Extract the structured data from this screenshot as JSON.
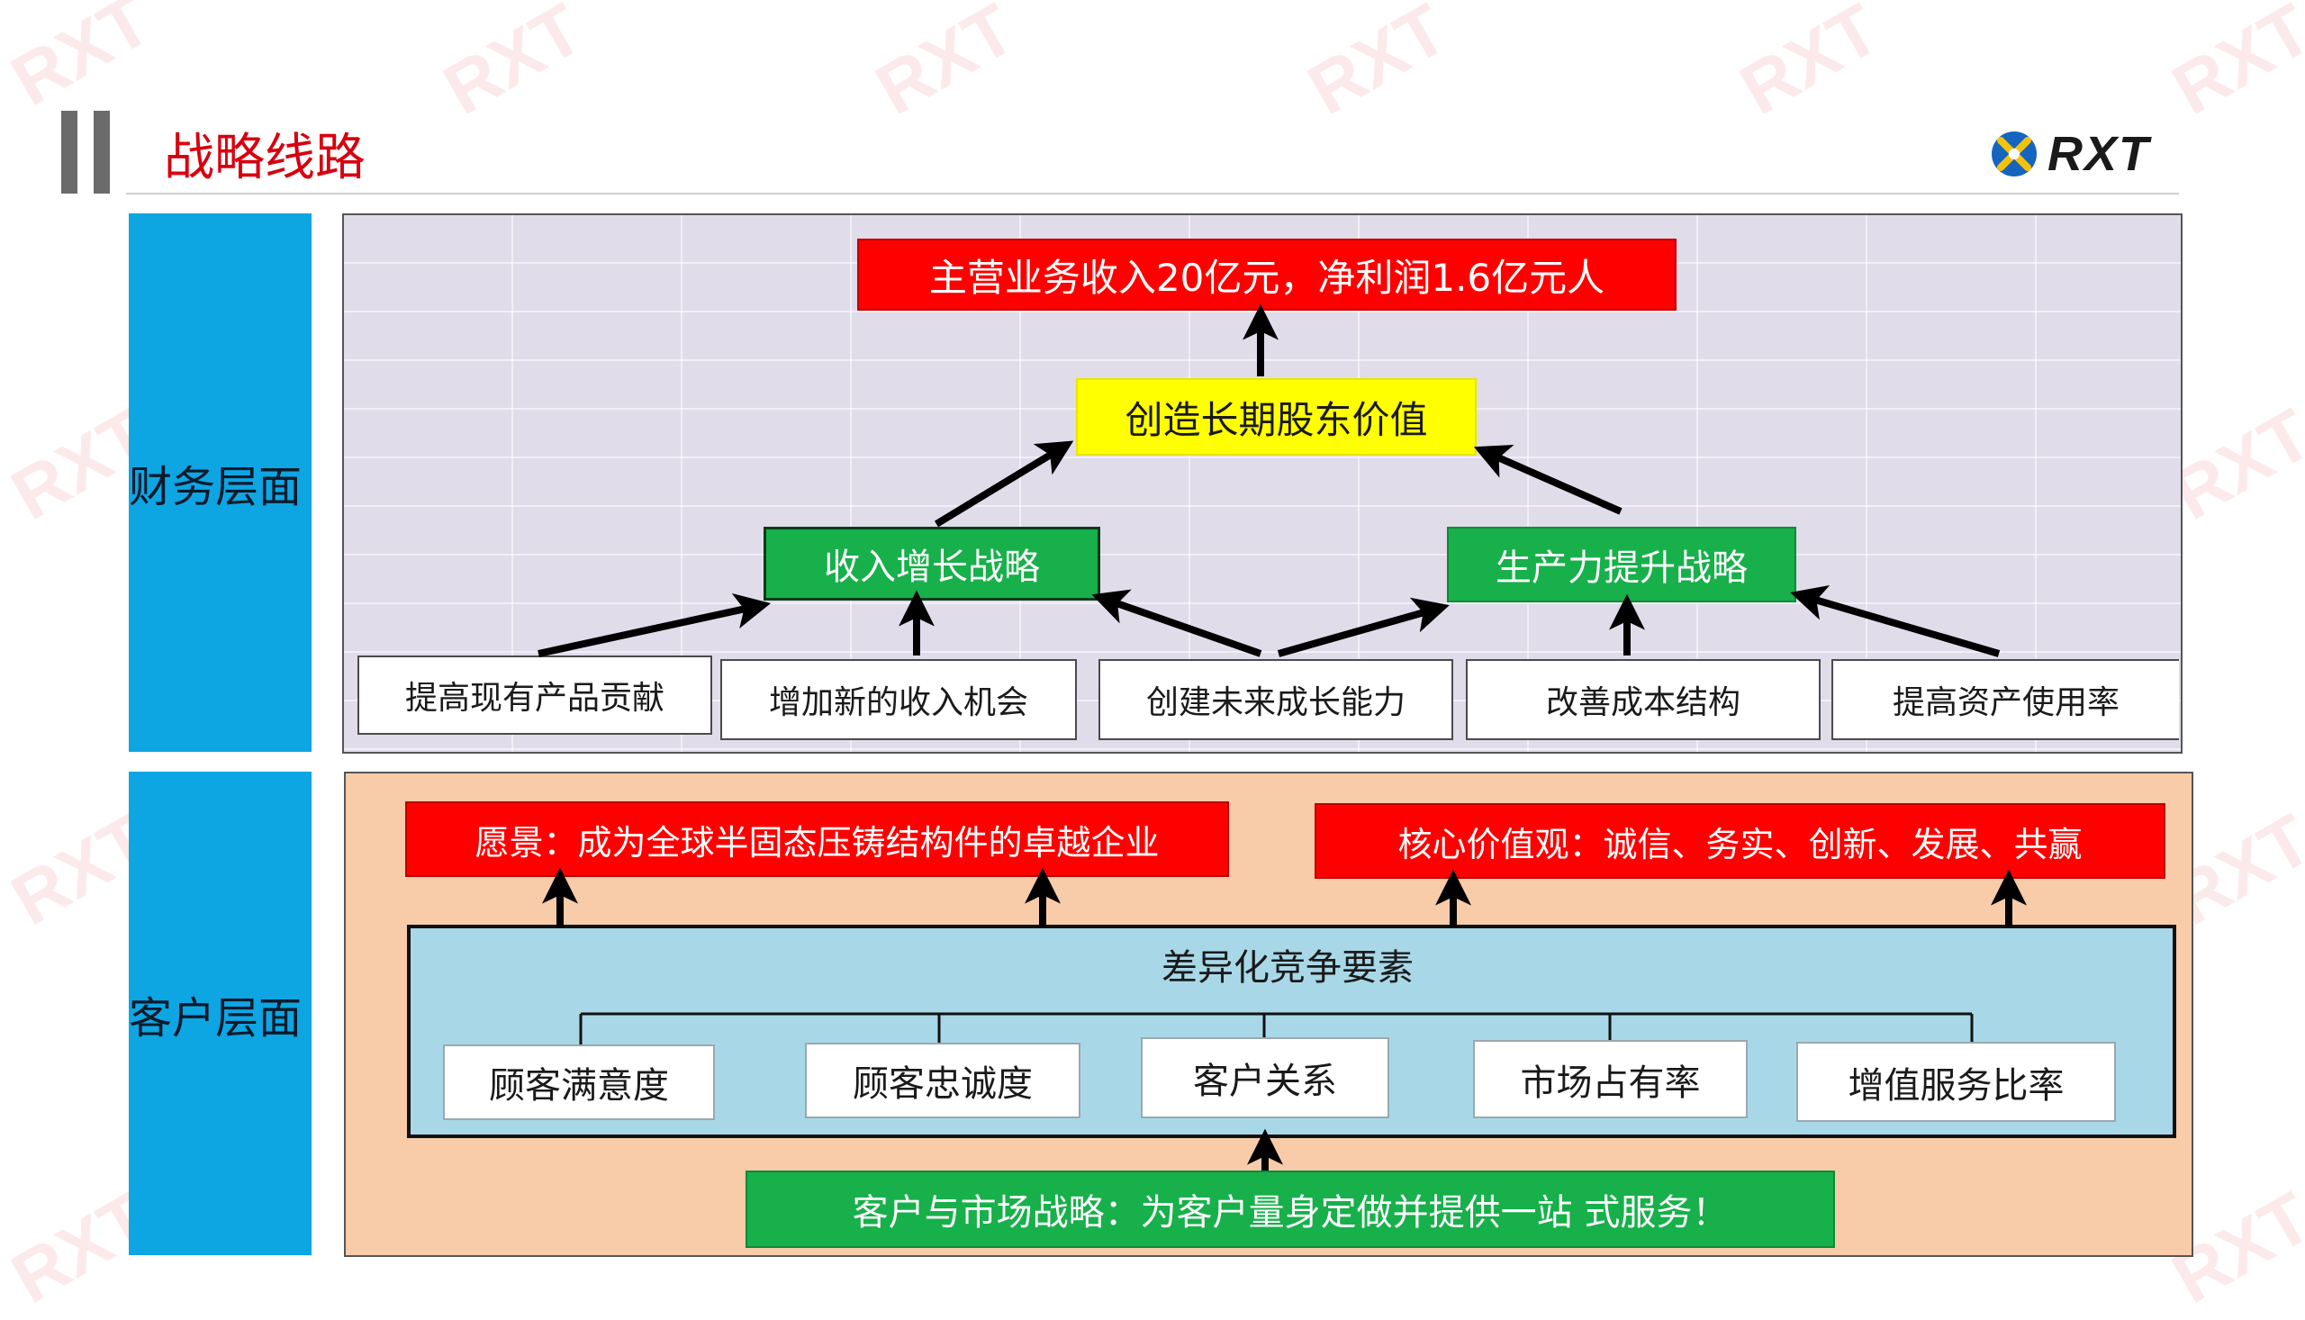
{
  "header": {
    "title": "战略线路",
    "logo_text": "RXT",
    "watermark": "RXT"
  },
  "financial": {
    "label": "财务层面",
    "top_goal": "主营业务收入20亿元，净利润1.6亿元人",
    "value": "创造长期股东价值",
    "strategy_revenue": "收入增长战略",
    "strategy_productivity": "生产力提升战略",
    "items": [
      "提高现有产品贡献",
      "增加新的收入机会",
      "创建未来成长能力",
      "改善成本结构",
      "提高资产使用率"
    ]
  },
  "customer": {
    "label": "客户层面",
    "vision": "愿景：成为全球半固态压铸结构件的卓越企业",
    "values": "核心价值观：诚信、务实、创新、发展、共赢",
    "diff_title": "差异化竞争要素",
    "factors": [
      "顾客满意度",
      "顾客忠诚度",
      "客户关系",
      "市场占有率",
      "增值服务比率"
    ],
    "strategy": "客户与市场战略：为客户量身定做并提供一站 式服务！"
  },
  "colors": {
    "accent_red": "#ff0000",
    "title_red": "#d7000f",
    "side_blue": "#0ea5e3",
    "green": "#17b04a",
    "yellow": "#ffff00",
    "fin_bg": "#e1dcea",
    "cust_bg": "#f8cba9",
    "diff_bg": "#a8d8e8"
  }
}
